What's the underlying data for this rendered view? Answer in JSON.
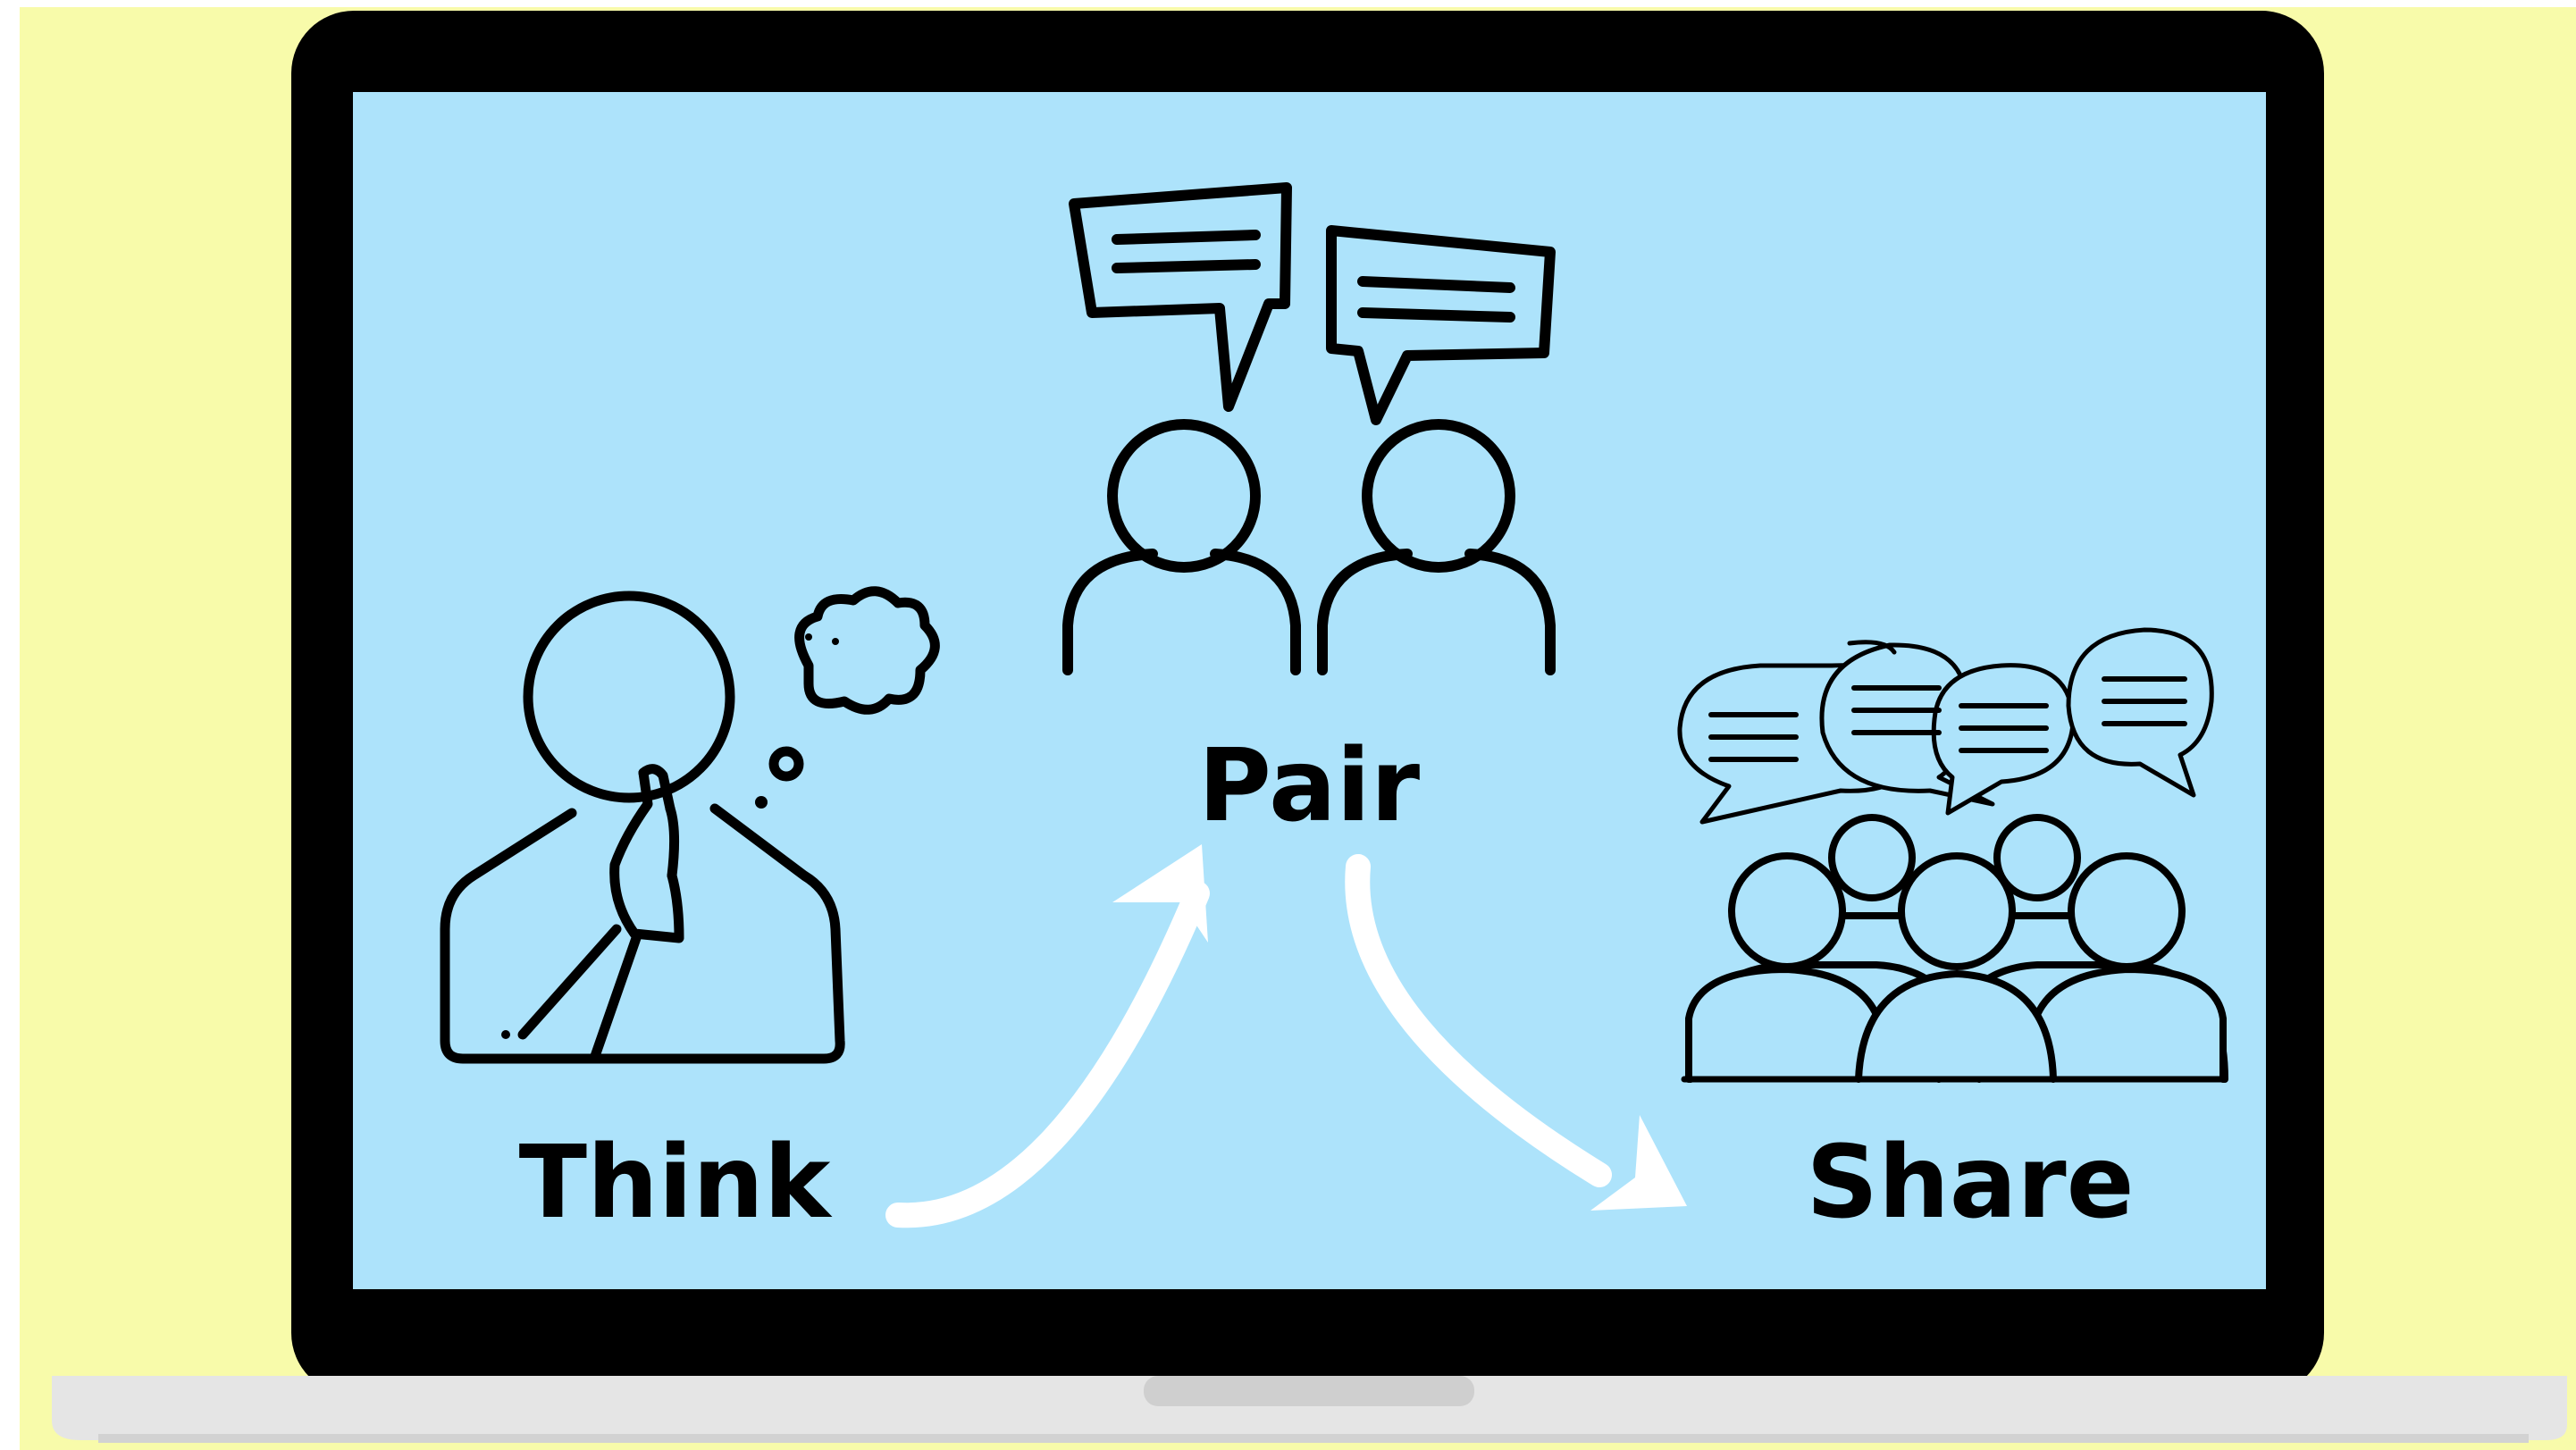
{
  "diagram": {
    "steps": [
      {
        "id": "think",
        "label": "Think"
      },
      {
        "id": "pair",
        "label": "Pair"
      },
      {
        "id": "share",
        "label": "Share"
      }
    ]
  },
  "colors": {
    "background": "#f8fbaa",
    "screen": "#ade3fb",
    "bezel": "#000000",
    "laptop_base": "#e5e5e5",
    "arrows": "#ffffff",
    "ink": "#000000"
  },
  "icons": {
    "think": "thinking-person-icon",
    "pair": "two-people-talking-icon",
    "share": "group-discussion-icon"
  }
}
